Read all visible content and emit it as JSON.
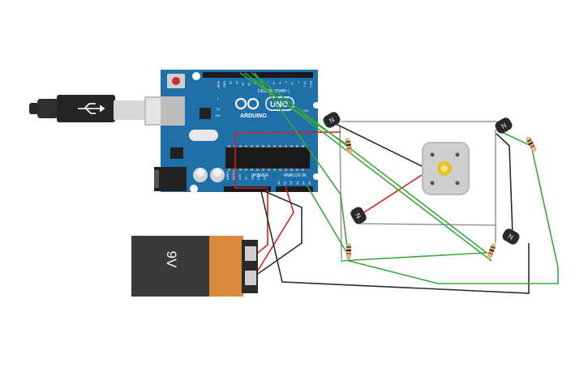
{
  "board": {
    "brand": "ARDUINO",
    "model": "UNO",
    "digital_label": "DIGITAL (PWM~)",
    "power_label": "POWER",
    "analog_label": "ANALOG IN",
    "tx_label": "TX",
    "rx_label": "RX",
    "on_label": "ON",
    "l_label": "L",
    "top_pin_labels": [
      "AREF",
      "GND",
      "13",
      "12",
      "~11",
      "~10",
      "~9",
      "8",
      "7",
      "~6",
      "~5",
      "4",
      "~3",
      "2",
      "TX 1",
      "RX 0"
    ],
    "power_pin_labels": [
      "IOREF",
      "RESET",
      "3.3V",
      "5V",
      "GND",
      "GND",
      "Vin"
    ],
    "analog_pin_labels": [
      "A0",
      "A1",
      "A2",
      "A3",
      "A4",
      "A5"
    ]
  },
  "battery": {
    "label": "9V"
  },
  "transistors": {
    "count": 4,
    "symbol": "N"
  },
  "colors": {
    "board_blue": "#1f6fa8",
    "wire_red": "#d42020",
    "wire_black": "#2b2b2b",
    "wire_green": "#3aa83a",
    "wire_gray": "#9a9a9a",
    "battery_dark": "#3a3a3a",
    "battery_orange": "#d98a3a"
  }
}
